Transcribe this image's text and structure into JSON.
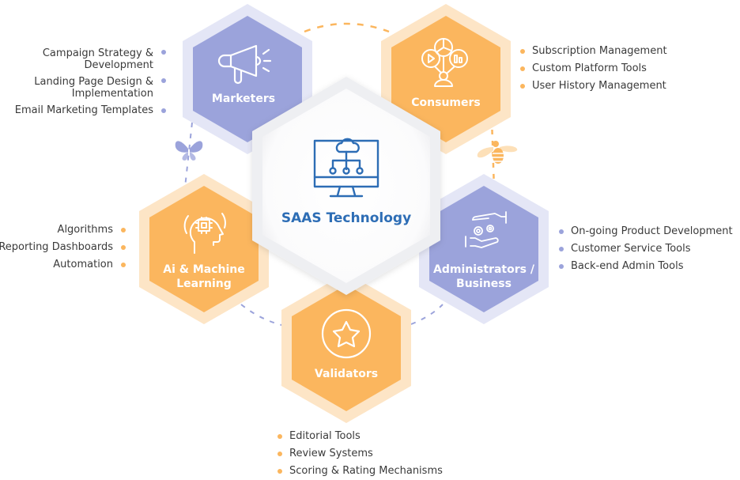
{
  "diagram": {
    "center": {
      "title": "SAAS Technology",
      "icon": "cloud-monitor-network-icon",
      "color": "#2d6db5"
    },
    "colors": {
      "purple_fill": "#9ba3db",
      "purple_ring": "#e4e6f6",
      "orange_fill": "#fbb65e",
      "orange_ring": "#fde5c6",
      "center_fill": "#ffffff",
      "center_ring": "#eeeff2",
      "text": "#3a3a3a"
    },
    "nodes": [
      {
        "id": "marketers",
        "label": "Marketers",
        "icon": "megaphone-icon",
        "color": "purple",
        "items": [
          "Campaign Strategy & Development",
          "Landing Page Design & Implementation",
          "Email Marketing Templates"
        ]
      },
      {
        "id": "consumers",
        "label": "Consumers",
        "icon": "user-media-charts-icon",
        "color": "orange",
        "items": [
          "Subscription Management",
          "Custom Platform Tools",
          "User History Management"
        ]
      },
      {
        "id": "ai",
        "label_line1": "Ai & Machine",
        "label_line2": "Learning",
        "icon": "head-chip-icon",
        "color": "orange",
        "items": [
          "Algorithms",
          "Reporting Dashboards",
          "Automation"
        ]
      },
      {
        "id": "admin",
        "label_line1": "Administrators /",
        "label_line2": "Business",
        "icon": "hands-gears-icon",
        "color": "purple",
        "items": [
          "On-going Product Development",
          "Customer Service Tools",
          "Back-end Admin Tools"
        ]
      },
      {
        "id": "validators",
        "label": "Validators",
        "icon": "star-circle-icon",
        "color": "orange",
        "items": [
          "Editorial Tools",
          "Review Systems",
          "Scoring & Rating Mechanisms"
        ]
      }
    ],
    "marketers_items_lines": [
      [
        "Campaign Strategy &",
        "Development"
      ],
      [
        "Landing Page Design &",
        "Implementation"
      ],
      [
        "Email Marketing Templates"
      ]
    ],
    "decorations": [
      "butterfly-icon",
      "bee-icon"
    ]
  }
}
